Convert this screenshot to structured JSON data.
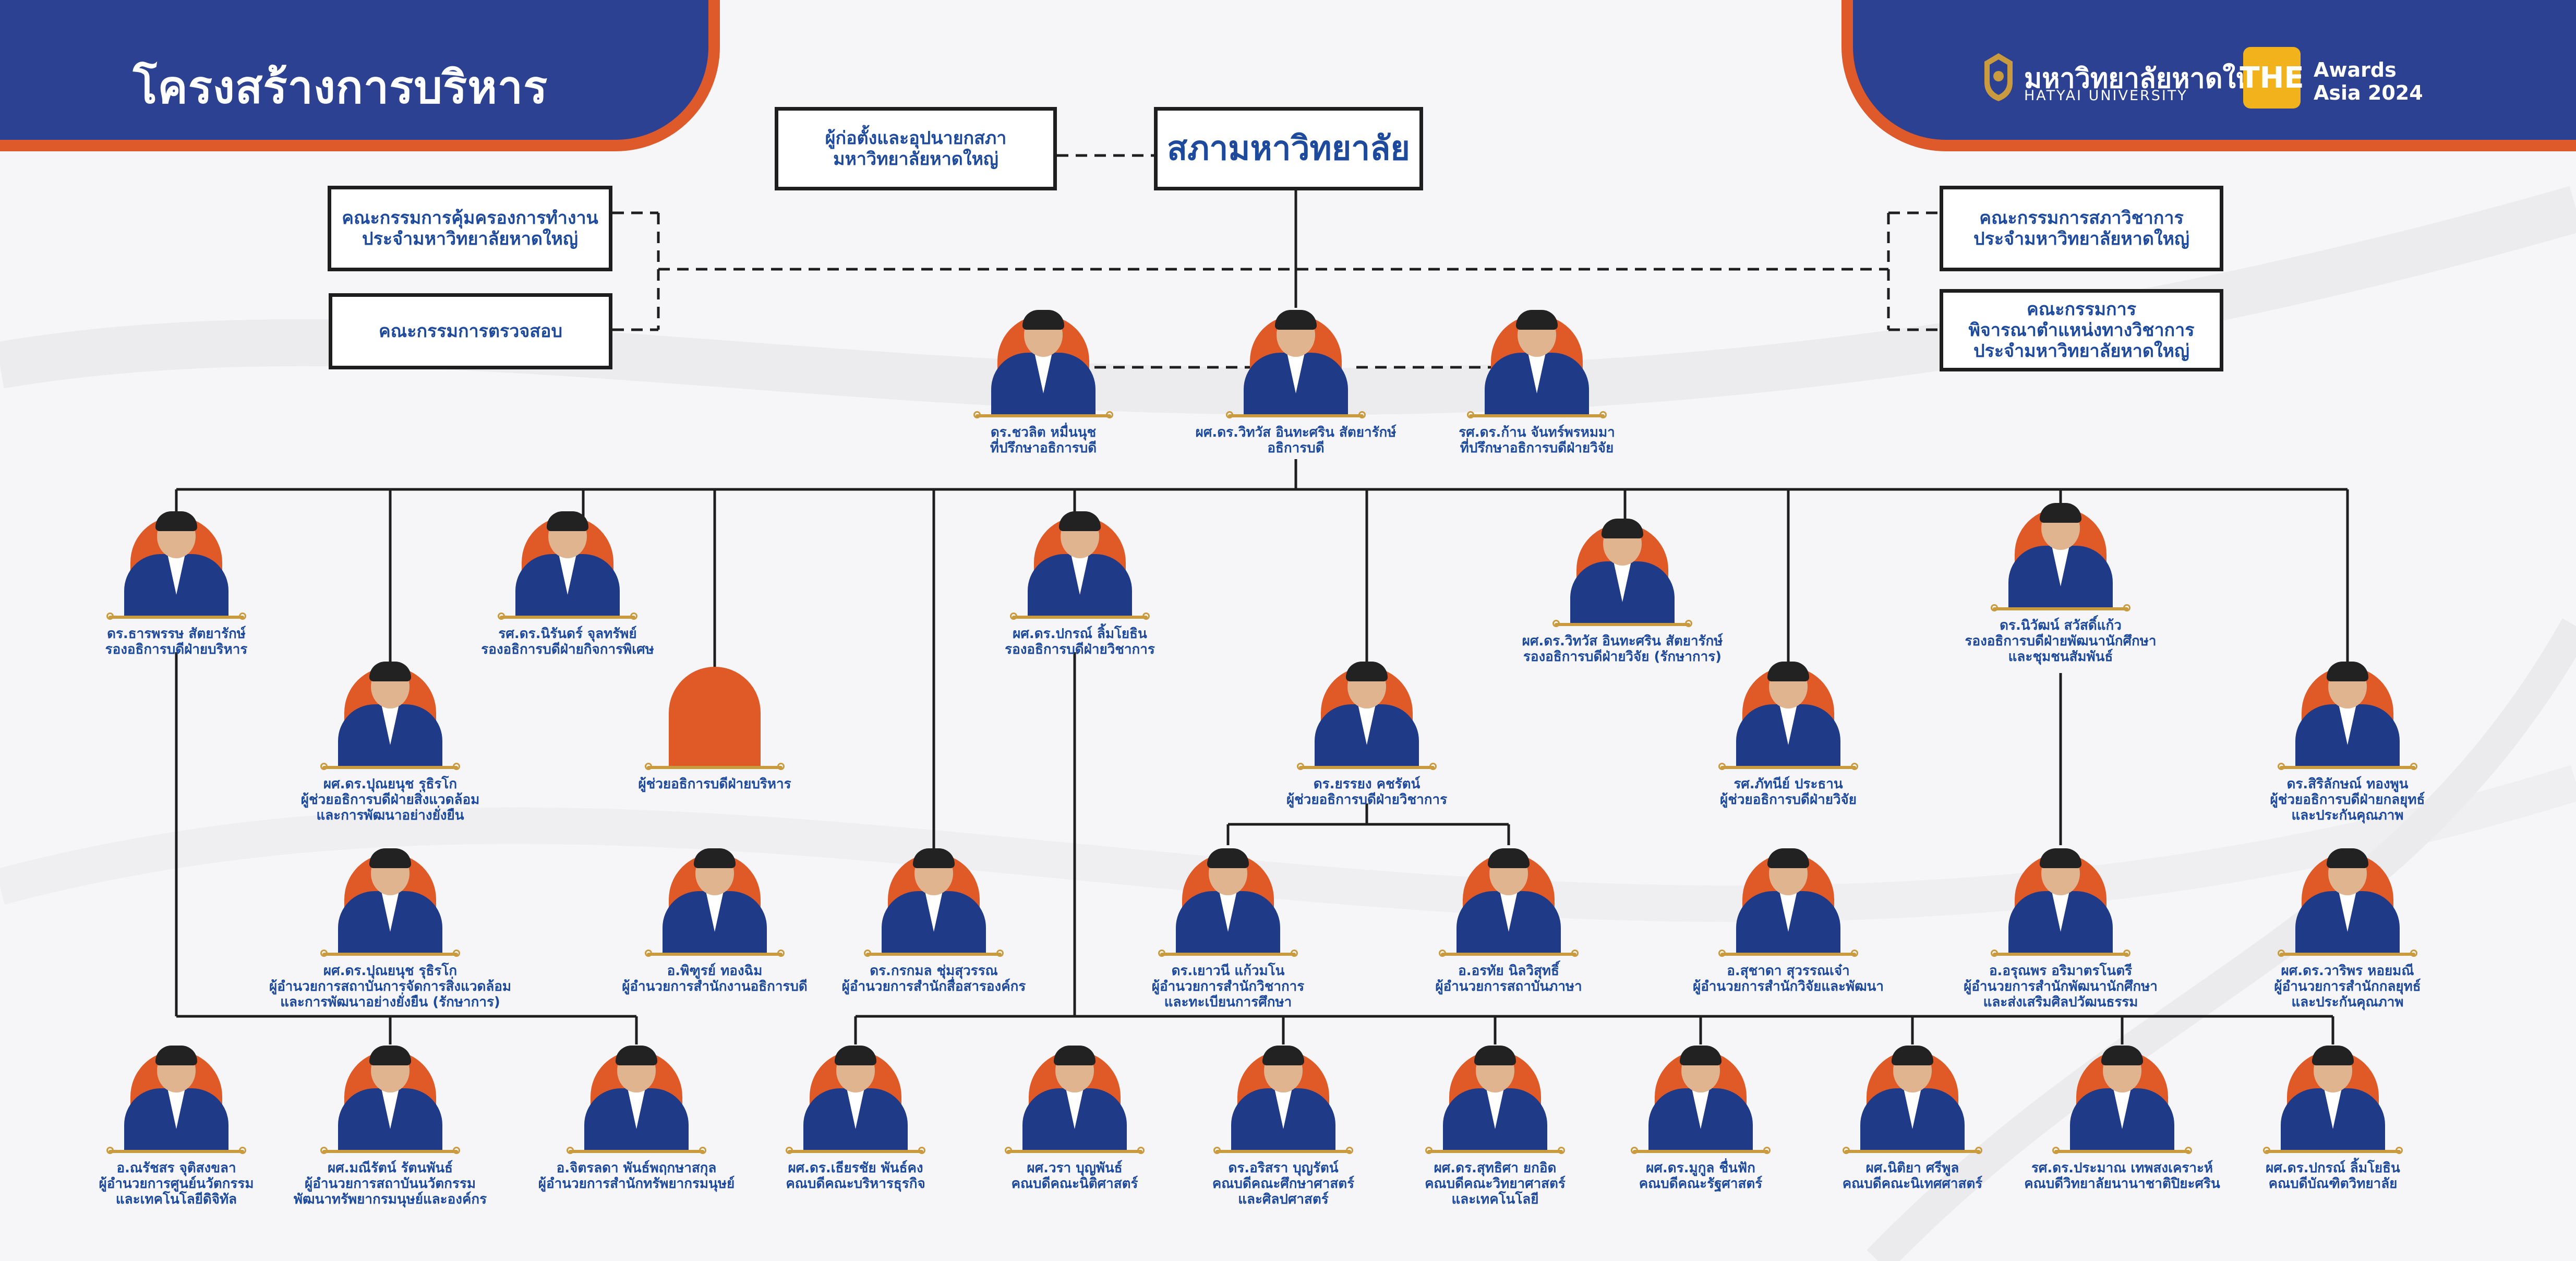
{
  "header": {
    "title": "โครงสร้างการบริหาร",
    "university_th": "มหาวิทยาลัยหาดใหญ่",
    "university_en": "HATYAI UNIVERSITY",
    "the_logo_text": "THE",
    "awards_line1": "Awards",
    "awards_line2": "Asia 2024"
  },
  "colors": {
    "navy": "#2c4192",
    "orange": "#df5a2a",
    "text_blue": "#1e4a9e",
    "gold": "#c99b3e",
    "the_yellow": "#f2b21b"
  },
  "boxes": {
    "council": "สภามหาวิทยาลัย",
    "founder": "ผู้ก่อตั้งและอุปนายกสภา\nมหาวิทยาลัยหาดใหญ่",
    "supervisory": "คณะกรรมการคุ้มครองการทำงาน\nประจำมหาวิทยาลัยหาดใหญ่",
    "audit": "คณะกรรมการตรวจสอบ",
    "academic_council": "คณะกรรมการสภาวิชาการ\nประจำมหาวิทยาลัยหาดใหญ่",
    "academic_rank": "คณะกรรมการ\nพิจารณาตำแหน่งทางวิชาการ\nประจำมหาวิทยาลัยหาดใหญ่"
  },
  "people": {
    "advisor_president": "ดร.ชวลิต หมื่นนุช\nที่ปรึกษาอธิการบดี",
    "president": "ผศ.ดร.วิทวัส อินทะศริน สัตยารักษ์\nอธิการบดี",
    "advisor_research": "รศ.ดร.ก้าน จันทร์พรหมมา\nที่ปรึกษาอธิการบดีฝ่ายวิจัย",
    "vp_admin": "ดร.ธารพรรษ สัตยารักษ์\nรองอธิการบดีฝ่ายบริหาร",
    "vp_special": "รศ.ดร.นิรันดร์ จุลทรัพย์\nรองอธิการบดีฝ่ายกิจการพิเศษ",
    "vp_academic": "ผศ.ดร.ปกรณ์ ลิ้มโยธิน\nรองอธิการบดีฝ่ายวิชาการ",
    "vp_research": "ผศ.ดร.วิทวัส อินทะศริน สัตยารักษ์\nรองอธิการบดีฝ่ายวิจัย (รักษาการ)",
    "vp_student": "ดร.นิวัฒน์ สวัสดิ์แก้ว\nรองอธิการบดีฝ่ายพัฒนานักศึกษา\nและชุมชนสัมพันธ์",
    "ap_environment": "ผศ.ดร.ปุณยนุช รุธิรโก\nผู้ช่วยอธิการบดีฝ่ายสิ่งแวดล้อม\nและการพัฒนาอย่างยั่งยืน",
    "ap_admin": "ผู้ช่วยอธิการบดีฝ่ายบริหาร",
    "ap_academic": "ดร.ยรรยง คชรัตน์\nผู้ช่วยอธิการบดีฝ่ายวิชาการ",
    "ap_research": "รศ.ภัทนีย์ ประธาน\nผู้ช่วยอธิการบดีฝ่ายวิจัย",
    "ap_strategy": "ดร.สิริลักษณ์ ทองพูน\nผู้ช่วยอธิการบดีฝ่ายกลยุทธ์\nและประกันคุณภาพ",
    "dir_env_center": "ผศ.ดร.ปุณยนุช รุธิรโก\nผู้อำนวยการสถาบันการจัดการสิ่งแวดล้อม\nและการพัฒนาอย่างยั่งยืน (รักษาการ)",
    "dir_pres_office": "อ.พิฑูรย์ ทองฉิม\nผู้อำนวยการสำนักงานอธิการบดี",
    "dir_comm": "ดร.กรกมล ชุ่มสุวรรณ\nผู้อำนวยการสำนักสื่อสารองค์กร",
    "dir_registrar": "ดร.เยาวนี แก้วมโน\nผู้อำนวยการสำนักวิชาการ\nและทะเบียนการศึกษา",
    "dir_language": "อ.อรทัย นิลวิสุทธิ์\nผู้อำนวยการสถาบันภาษา",
    "dir_research_inst": "อ.สุชาดา สุวรรณเจ๋า\nผู้อำนวยการสำนักวิจัยและพัฒนา",
    "dir_student_dev": "อ.อรุณพร อริมาตรโนตรี\nผู้อำนวยการสำนักพัฒนานักศึกษา\nและส่งเสริมศิลปวัฒนธรรม",
    "dir_strategy": "ผศ.ดร.วาริพร หอยมณี\nผู้อำนวยการสำนักกลยุทธ์\nและประกันคุณภาพ",
    "dir_innovation": "อ.ณรัชสร จุติสงขลา\nผู้อำนวยการศูนย์นวัตกรรม\nและเทคโนโลยีดิจิทัล",
    "dir_hr_innov": "ผศ.มณีรัตน์ รัตนพันธ์\nผู้อำนวยการสถาบันนวัตกรรม\nพัฒนาทรัพยากรมนุษย์และองค์กร",
    "dir_hr": "อ.จิตรลดา พันธ์พฤกษาสกุล\nผู้อำนวยการสำนักทรัพยากรมนุษย์",
    "dean_business": "ผศ.ดร.เธียรชัย พันธ์คง\nคณบดีคณะบริหารธุรกิจ",
    "dean_law": "ผศ.วรา บุญพันธ์\nคณบดีคณะนิติศาสตร์",
    "dean_education": "ดร.อริสรา บุญรัตน์\nคณบดีคณะศึกษาศาสตร์\nและศิลปศาสตร์",
    "dean_science": "ผศ.ดร.สุทธิศา ยกอิด\nคณบดีคณะวิทยาศาสตร์\nและเทคโนโลยี",
    "dean_political": "ผศ.ดร.มูกูล ชื่นฟัก\nคณบดีคณะรัฐศาสตร์",
    "dean_comm_arts": "ผศ.นิติยา ศรีพูล\nคณบดีคณะนิเทศศาสตร์",
    "dean_graduate_college": "รศ.ดร.ประมาณ เทพสงเคราะห์\nคณบดีวิทยาลัยนานาชาติปิยะศริน",
    "dean_graduate": "ผศ.ดร.ปกรณ์ ลิ้มโยธิน\nคณบดีบัณฑิตวิทยาลัย"
  }
}
